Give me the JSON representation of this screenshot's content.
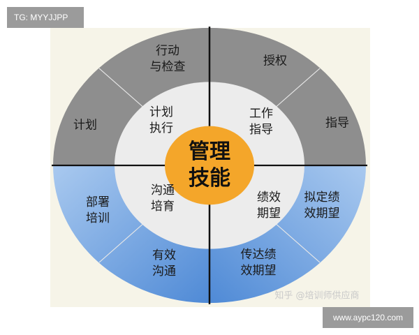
{
  "watermarks": {
    "top_left": "TG: MYYJJPP",
    "bottom_right": "www.aypc120.com",
    "source": "知乎 @培训师供应商"
  },
  "center": "管理\n技能",
  "inner": {
    "top_left": "计划\n执行",
    "top_right": "工作\n指导",
    "bottom_left": "沟通\n培育",
    "bottom_right": "绩效\n期望"
  },
  "outer": {
    "tl_a": "计划",
    "tl_b": "行动\n与检查",
    "tr_a": "授权",
    "tr_b": "指导",
    "bl_a": "部署\n培训",
    "bl_b": "有效\n沟通",
    "br_a": "拟定绩\n效期望",
    "br_b": "传达绩\n效期望"
  },
  "colors": {
    "gray": "#8e8e8e",
    "blue": "#6a9fe0",
    "inner": "#ececec",
    "orange": "#f4a62a"
  }
}
